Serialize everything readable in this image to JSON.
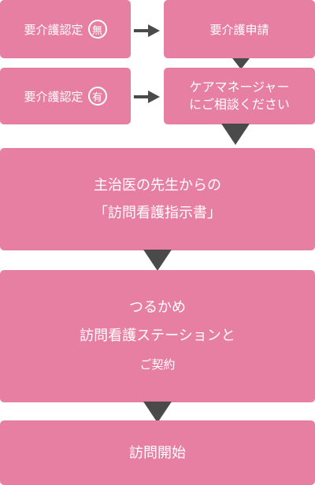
{
  "boxes": {
    "cert_none": {
      "label": "要介護認定",
      "badge": "無"
    },
    "apply": {
      "label": "要介護申請"
    },
    "cert_yes": {
      "label": "要介護認定",
      "badge": "有"
    },
    "care_manager": {
      "line1": "ケアマネージャー",
      "line2": "にご相談ください"
    },
    "doctor": {
      "line1": "主治医の先生からの",
      "line2": "「訪問看護指示書」"
    },
    "contract": {
      "line1": "つるかめ",
      "line2": "訪問看護ステーションと",
      "line3": "ご契約"
    },
    "start": {
      "label": "訪問開始"
    }
  },
  "colors": {
    "box": "#e77fa2",
    "arrow": "#4a4a4a",
    "text": "#ffffff"
  }
}
